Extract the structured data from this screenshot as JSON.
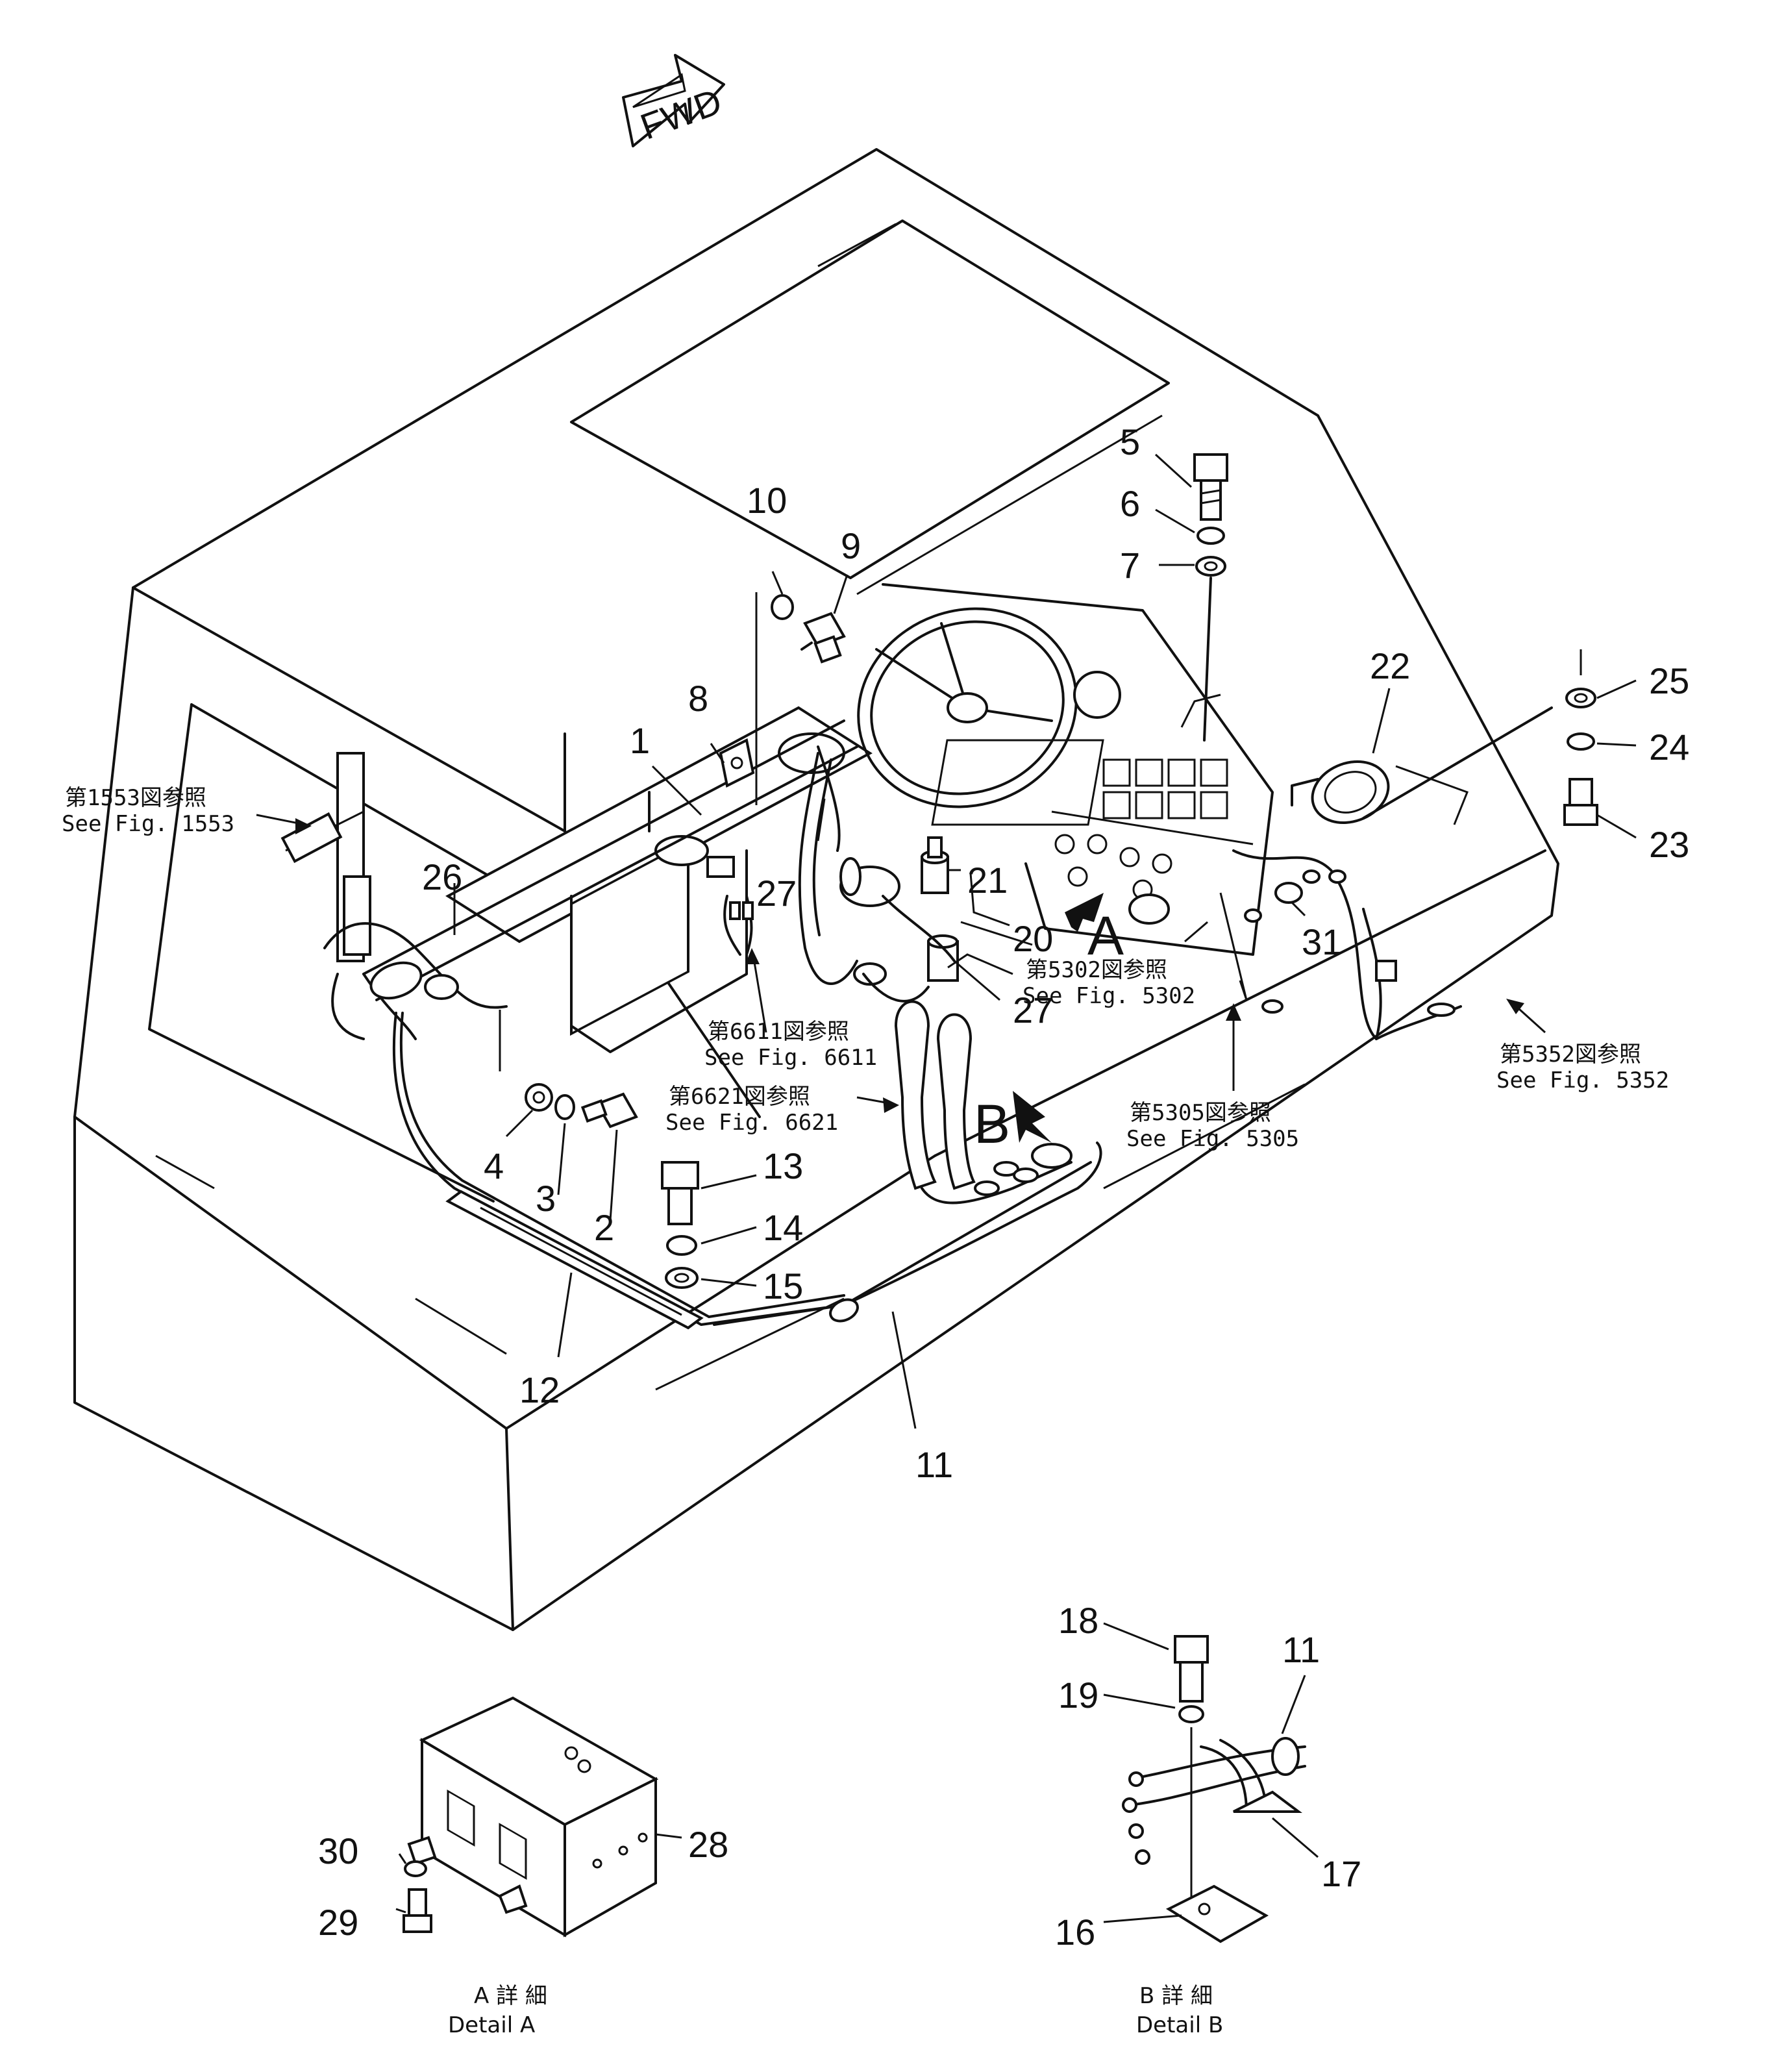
{
  "fwd_label": "FWD",
  "callouts": {
    "c1": "1",
    "c2": "2",
    "c3": "3",
    "c4": "4",
    "c5": "5",
    "c6": "6",
    "c7": "7",
    "c8": "8",
    "c9": "9",
    "c10": "10",
    "c11": "11",
    "c11b": "11",
    "c12": "12",
    "c13": "13",
    "c14": "14",
    "c15": "15",
    "c16": "16",
    "c17": "17",
    "c18": "18",
    "c19": "19",
    "c20": "20",
    "c21": "21",
    "c22": "22",
    "c23": "23",
    "c24": "24",
    "c25": "25",
    "c26": "26",
    "c27a": "27",
    "c27b": "27",
    "c28": "28",
    "c29": "29",
    "c30": "30",
    "c31": "31"
  },
  "view_markers": {
    "a": "A",
    "b": "B"
  },
  "references": {
    "r1553_jp": "第1553図参照",
    "r1553_en": "See Fig. 1553",
    "r6611_jp": "第6611図参照",
    "r6611_en": "See Fig. 6611",
    "r6621_jp": "第6621図参照",
    "r6621_en": "See Fig. 6621",
    "r5302_jp": "第5302図参照",
    "r5302_en": "See Fig. 5302",
    "r5305_jp": "第5305図参照",
    "r5305_en": "See Fig. 5305",
    "r5352_jp": "第5352図参照",
    "r5352_en": "See Fig. 5352"
  },
  "details": {
    "a_jp": "A 詳 細",
    "a_en": "Detail A",
    "b_jp": "B 詳 細",
    "b_en": "Detail B"
  }
}
